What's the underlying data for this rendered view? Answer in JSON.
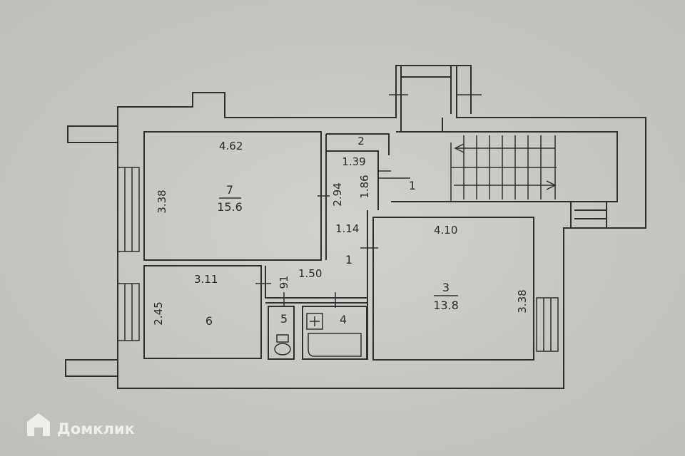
{
  "rooms": {
    "room7": {
      "number": "7",
      "area": "15.6",
      "width": "4.62",
      "height": "3.38",
      "side": "2.94"
    },
    "room6": {
      "number": "6",
      "width": "3.11",
      "height": "2.45"
    },
    "room5": {
      "number": "5",
      "dim": "91"
    },
    "room4": {
      "number": "4"
    },
    "room3": {
      "number": "3",
      "area": "13.8",
      "width": "4.10",
      "height": "3.38"
    },
    "hall": {
      "number": "1",
      "dim_a": "1.14",
      "dim_b": "1.50"
    },
    "closet": {
      "number": "2",
      "width": "1.39",
      "height": "1.86"
    },
    "stair": {
      "number": "1"
    }
  },
  "watermark": {
    "text": "Домклик",
    "icon": "house-logo-icon"
  },
  "colors": {
    "paper": "#c9cbc7",
    "ink": "#2f2f2f",
    "watermark": "#eeeeec"
  }
}
